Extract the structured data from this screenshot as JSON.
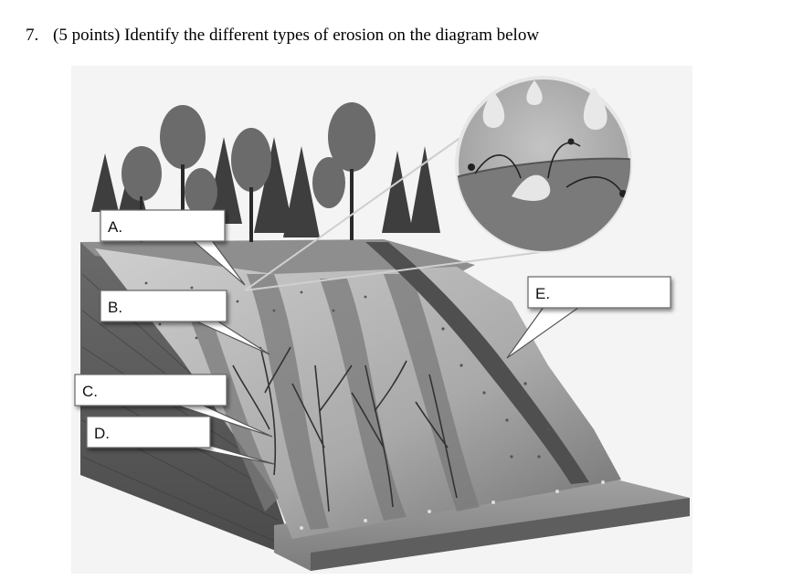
{
  "question": {
    "number": "7.",
    "text": "(5 points) Identify the different types of erosion on the diagram below"
  },
  "diagram": {
    "labels": {
      "a": "A.",
      "b": "B.",
      "c": "C.",
      "d": "D.",
      "e": "E."
    }
  }
}
